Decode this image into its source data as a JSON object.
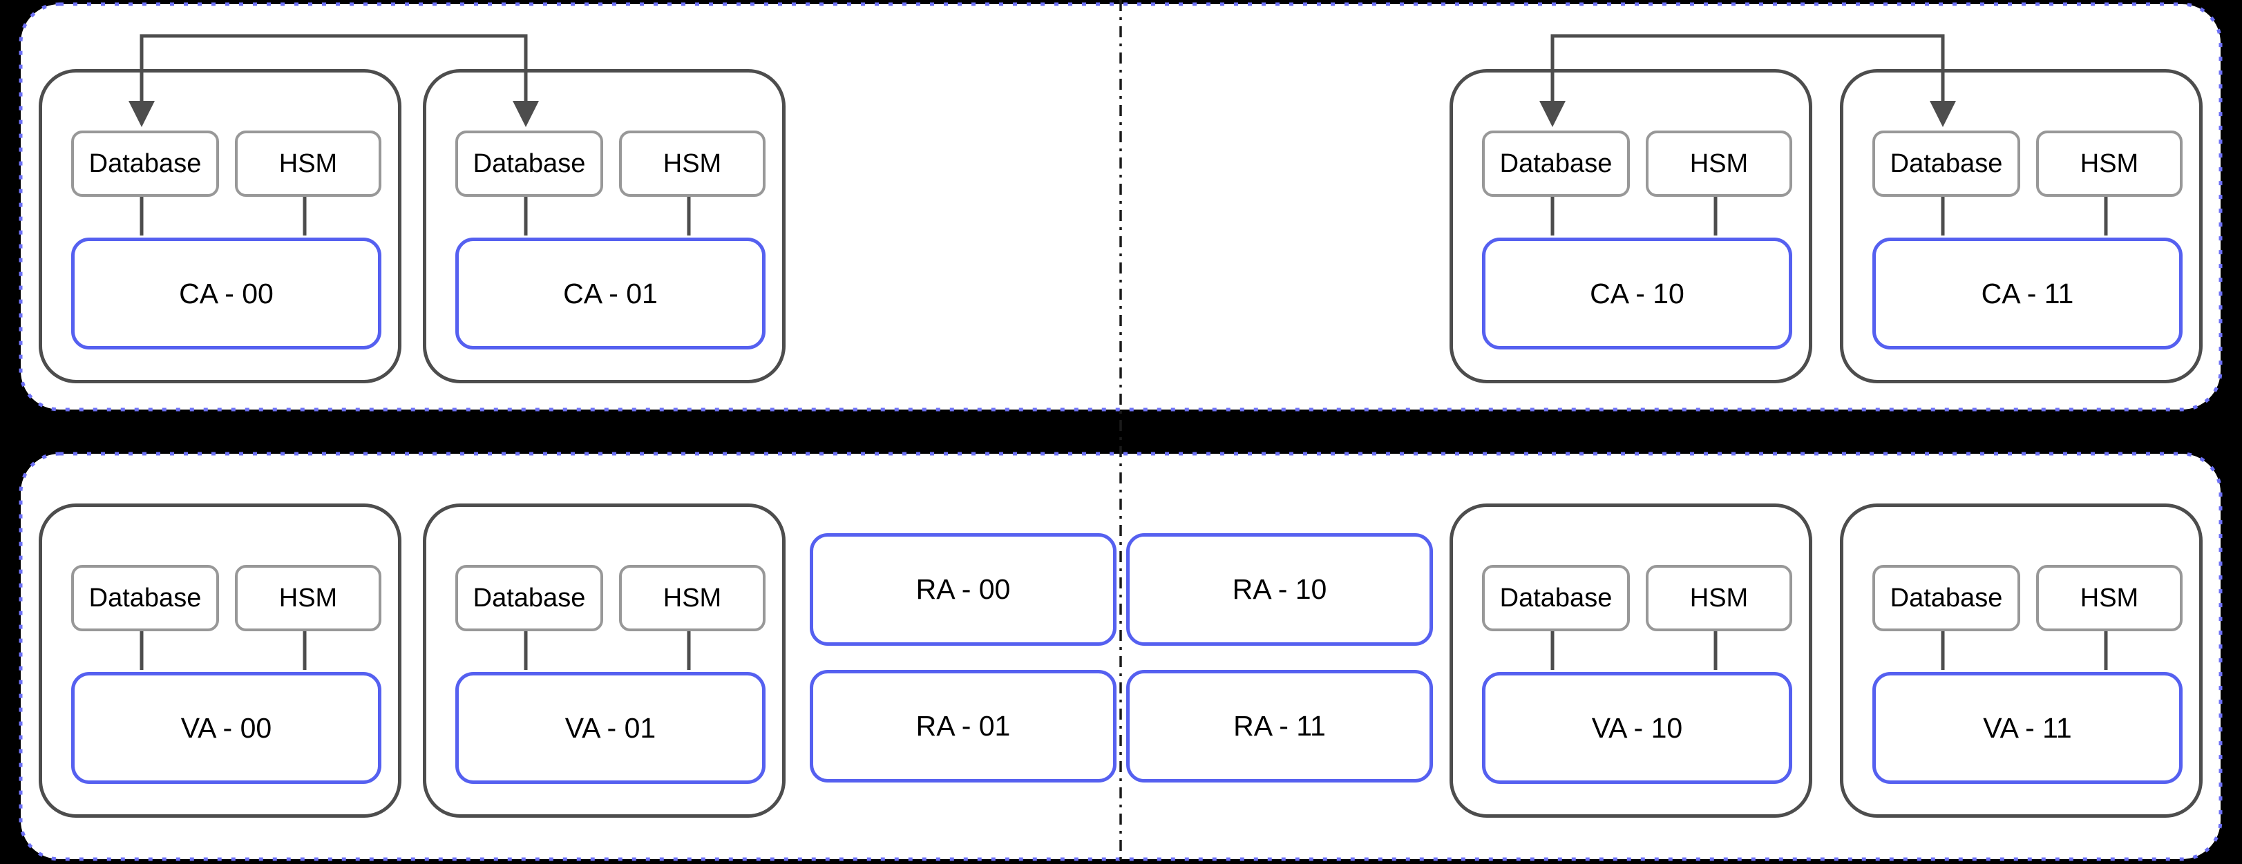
{
  "colors": {
    "canvas_bg": "#000000",
    "section_fill": "#ffffff",
    "section_border": "#6d71f6",
    "group_border": "#4d4d4d",
    "component_border": "#989898",
    "node_border": "#5560f0",
    "connector": "#4d4d4d",
    "divider": "#1a1a1a",
    "text": "#000000"
  },
  "diagram": {
    "top_section": {
      "groups": [
        {
          "label": "CA - 00",
          "database": "Database",
          "hsm": "HSM"
        },
        {
          "label": "CA - 01",
          "database": "Database",
          "hsm": "HSM"
        },
        {
          "label": "CA - 10",
          "database": "Database",
          "hsm": "HSM"
        },
        {
          "label": "CA - 11",
          "database": "Database",
          "hsm": "HSM"
        }
      ]
    },
    "bottom_section": {
      "groups": [
        {
          "label": "VA - 00",
          "database": "Database",
          "hsm": "HSM"
        },
        {
          "label": "VA - 01",
          "database": "Database",
          "hsm": "HSM"
        },
        {
          "label": "VA - 10",
          "database": "Database",
          "hsm": "HSM"
        },
        {
          "label": "VA - 11",
          "database": "Database",
          "hsm": "HSM"
        }
      ],
      "ra_nodes": [
        {
          "label": "RA - 00"
        },
        {
          "label": "RA - 10"
        },
        {
          "label": "RA - 01"
        },
        {
          "label": "RA - 11"
        }
      ]
    }
  }
}
